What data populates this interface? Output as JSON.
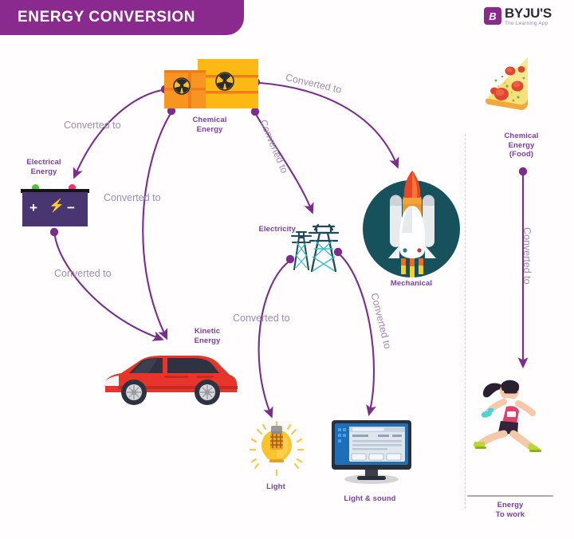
{
  "header": {
    "title": "ENERGY CONVERSION",
    "brand_name": "BYJU'S",
    "brand_tagline": "The Learning App",
    "brand_mark_letter": "B"
  },
  "theme": {
    "banner_purple": "#8a2a8f",
    "arrow_purple": "#7b2d8e",
    "label_purple": "#7b3fa0",
    "converted_label_color": "#a08bb0",
    "background": "#fffdfd",
    "barrel_front": "#f79422",
    "barrel_back": "#fcb914",
    "battery_body": "#49356f",
    "car_red": "#e8352c",
    "pylon_teal": "#1f4a5c",
    "rocket_circle": "#17525c",
    "bulb_yellow": "#f9c22e",
    "monitor_dark": "#2b2f38",
    "divider_gray": "#cfcfcf"
  },
  "nodes": [
    {
      "id": "chemical-energy",
      "label": "Chemical\nEnergy",
      "label_lines": [
        "Chemical",
        "Energy"
      ],
      "icon": "oil-barrels-icon"
    },
    {
      "id": "electrical-energy",
      "label": "Electrical\nEnergy",
      "label_lines": [
        "Electrical",
        "Energy"
      ],
      "icon": "battery-icon"
    },
    {
      "id": "kinetic-energy",
      "label": "Kinetic\nEnergy",
      "label_lines": [
        "Kinetic",
        "Energy"
      ],
      "icon": "car-icon"
    },
    {
      "id": "electricity",
      "label": "Electricity",
      "label_lines": [
        "Electricity"
      ],
      "icon": "power-pylon-icon"
    },
    {
      "id": "mechanical",
      "label": "Mechanical",
      "label_lines": [
        "Mechanical"
      ],
      "icon": "rocket-icon"
    },
    {
      "id": "light",
      "label": "Light",
      "label_lines": [
        "Light"
      ],
      "icon": "light-bulb-icon"
    },
    {
      "id": "light-and-sound",
      "label": "Light & sound",
      "label_lines": [
        "Light & sound"
      ],
      "icon": "computer-monitor-icon"
    },
    {
      "id": "chemical-energy-food",
      "label": "Chemical Energy (Food)",
      "label_lines": [
        "Chemical",
        "Energy",
        "(Food)"
      ],
      "icon": "pizza-slice-icon"
    },
    {
      "id": "energy-to-work",
      "label": "Energy To work",
      "label_lines": [
        "Energy",
        "To work"
      ],
      "icon": "running-woman-icon"
    }
  ],
  "battery_symbols": {
    "plus": "+",
    "bolt": "⚡",
    "minus": "−"
  },
  "arrows": [
    {
      "id": "chemical-to-electrical",
      "label": "Converted to",
      "from": "chemical-energy",
      "to": "electrical-energy"
    },
    {
      "id": "chemical-to-kinetic",
      "label": "Converted to",
      "from": "chemical-energy",
      "to": "kinetic-energy"
    },
    {
      "id": "electrical-to-kinetic",
      "label": "Converted to",
      "from": "electrical-energy",
      "to": "kinetic-energy"
    },
    {
      "id": "chemical-to-mechanical",
      "label": "Converted to",
      "from": "chemical-energy",
      "to": "mechanical"
    },
    {
      "id": "chemical-to-electricity",
      "label": "Converted to",
      "from": "chemical-energy",
      "to": "electricity"
    },
    {
      "id": "electricity-to-light",
      "label": "Converted to",
      "from": "electricity",
      "to": "light"
    },
    {
      "id": "electricity-to-light-sound",
      "label": "Converted to",
      "from": "electricity",
      "to": "light-and-sound"
    },
    {
      "id": "food-to-work",
      "label": "Converted to",
      "from": "chemical-energy-food",
      "to": "energy-to-work"
    }
  ]
}
